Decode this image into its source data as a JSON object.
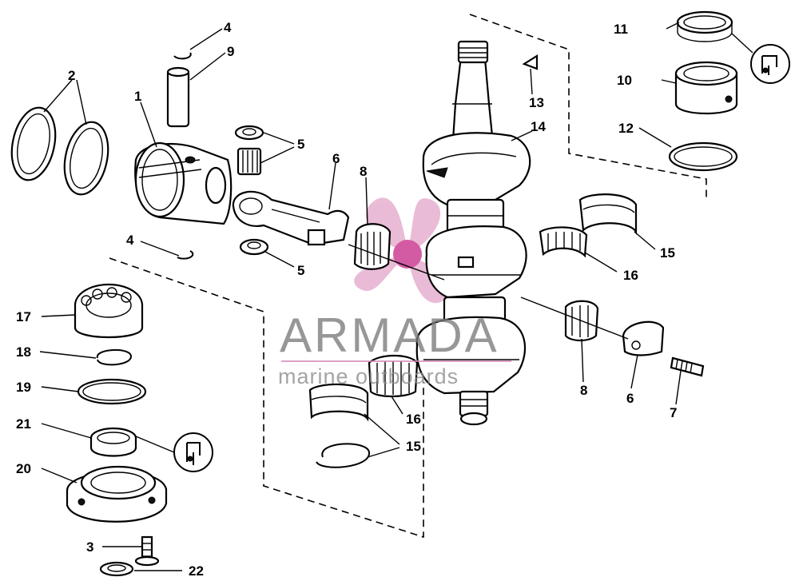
{
  "diagram": {
    "callouts": {
      "c1": "1",
      "c2": "2",
      "c3": "3",
      "c4a": "4",
      "c4b": "4",
      "c5a": "5",
      "c5b": "5",
      "c6a": "6",
      "c6b": "6",
      "c7": "7",
      "c8a": "8",
      "c8b": "8",
      "c9": "9",
      "c10": "10",
      "c11": "11",
      "c12": "12",
      "c13": "13",
      "c14": "14",
      "c15a": "15",
      "c15b": "15",
      "c16a": "16",
      "c16b": "16",
      "c17": "17",
      "c18": "18",
      "c19": "19",
      "c20": "20",
      "c21": "21",
      "c22": "22"
    },
    "icons": [
      "sealant-icon",
      "sealant-icon"
    ]
  },
  "watermark": {
    "brand": "ARMADA",
    "tagline": "marine outboards",
    "logo_color": "#e2a1c6",
    "logo_accent": "#cc3f93"
  }
}
